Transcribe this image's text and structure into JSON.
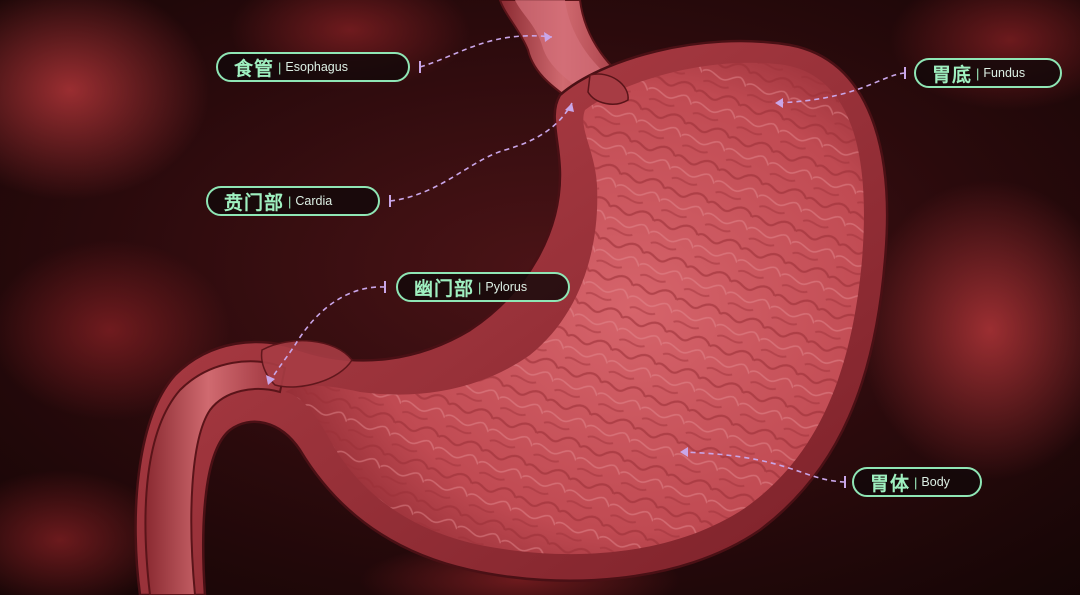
{
  "labels": {
    "esophagus": {
      "cn": "食管",
      "sep": "|",
      "en": "Esophagus"
    },
    "fundus": {
      "cn": "胃底",
      "sep": "|",
      "en": "Fundus"
    },
    "cardia": {
      "cn": "贲门部",
      "sep": "|",
      "en": "Cardia"
    },
    "pylorus": {
      "cn": "幽门部",
      "sep": "|",
      "en": "Pylorus"
    },
    "body": {
      "cn": "胃体",
      "sep": "|",
      "en": "Body"
    }
  },
  "colors": {
    "label_border": "#8fe6b5",
    "label_text": "#9ff0c0",
    "leader_line": "#c9a6e8",
    "stomach_flesh": "#c9545c",
    "background": "#1a0708"
  }
}
